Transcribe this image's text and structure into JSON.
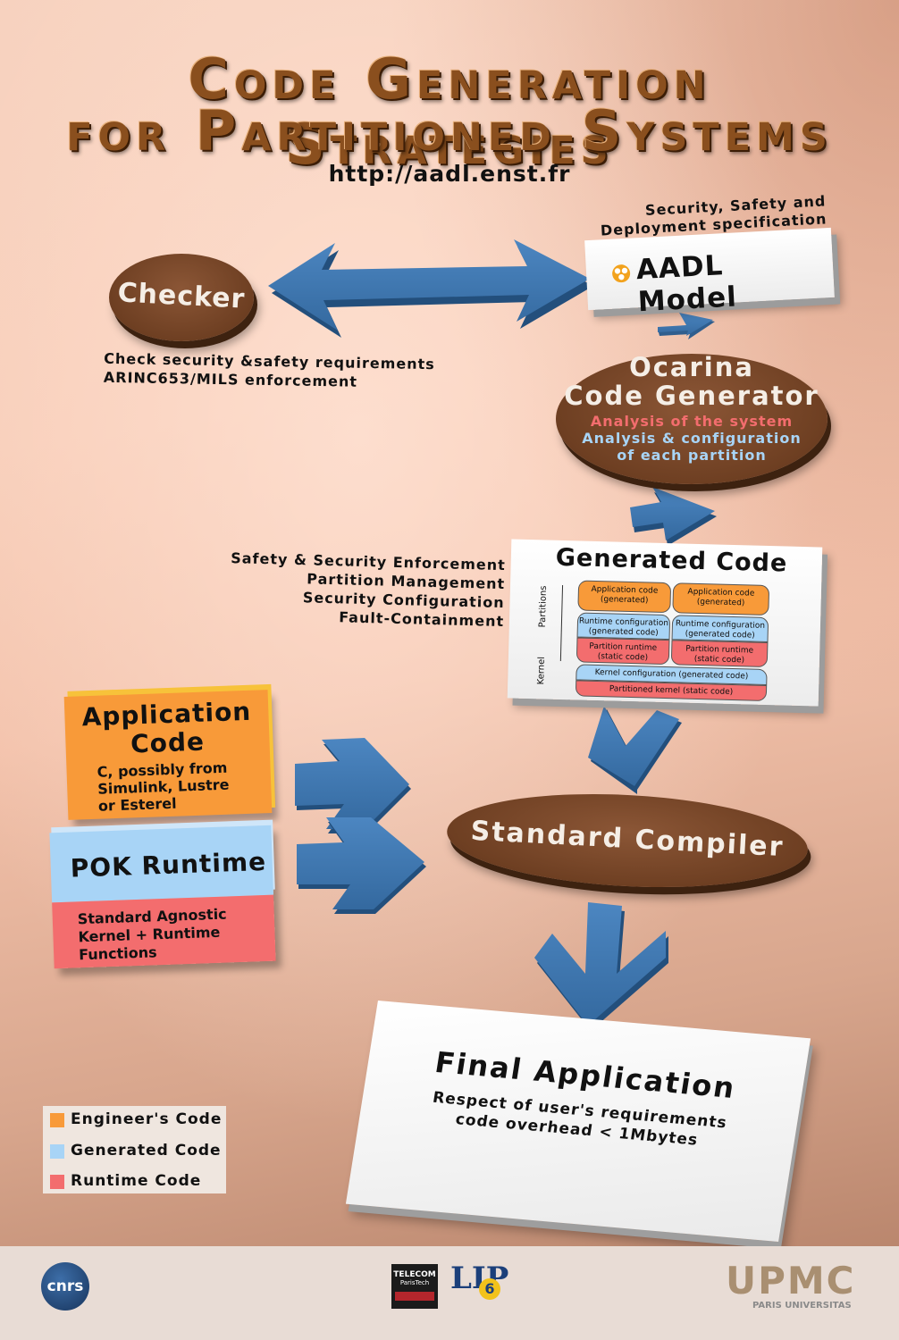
{
  "title": {
    "line1": "Code Generation Strategies",
    "line2": "for Partitioned Systems"
  },
  "url": "http://aadl.enst.fr",
  "checker": {
    "label": "Checker",
    "caption_line1": "Check security &safety requirements",
    "caption_line2": "ARINC653/MILS enforcement"
  },
  "aadl": {
    "caption_line1": "Security, Safety and",
    "caption_line2": "Deployment specification",
    "label": "AADL Model"
  },
  "ocarina": {
    "title_line1": "Ocarina",
    "title_line2": "Code Generator",
    "analysis_system": "Analysis of the system",
    "analysis_partition_line1": "Analysis & configuration",
    "analysis_partition_line2": "of each partition"
  },
  "generated": {
    "title": "Generated Code",
    "side_labels": [
      "Safety & Security Enforcement",
      "Partition Management",
      "Security Configuration",
      "Fault-Containment"
    ],
    "partitions_label": "Partitions",
    "kernel_label": "Kernel",
    "app_code_line1": "Application code",
    "app_code_line2": "(generated)",
    "runtime_conf_line1": "Runtime configuration",
    "runtime_conf_line2": "(generated code)",
    "part_runtime_line1": "Partition runtime",
    "part_runtime_line2": "(static code)",
    "kernel_conf": "Kernel configuration (generated code)",
    "part_kernel": "Partitioned kernel (static code)"
  },
  "application_code": {
    "title_line1": "Application",
    "title_line2": "Code",
    "desc_line1": "C, possibly from",
    "desc_line2": "Simulink, Lustre",
    "desc_line3": "or Esterel"
  },
  "pok": {
    "title": "POK Runtime",
    "desc_line1": "Standard Agnostic",
    "desc_line2": "Kernel + Runtime",
    "desc_line3": "Functions"
  },
  "compiler": {
    "label": "Standard Compiler"
  },
  "final": {
    "title": "Final Application",
    "desc_line1": "Respect of user's requirements",
    "desc_line2": "code overhead < 1Mbytes"
  },
  "legend": [
    {
      "label": "Engineer's Code",
      "color": "#f89a39"
    },
    {
      "label": "Generated Code",
      "color": "#a8d4f6"
    },
    {
      "label": "Runtime Code",
      "color": "#f36d6e"
    }
  ],
  "logos": {
    "cnrs": "cnrs",
    "telecom_line1": "TELECOM",
    "telecom_line2": "ParisTech",
    "lip6": "LIP",
    "lip6_num": "6",
    "upmc": "UPMC",
    "upmc_sub": "PARIS UNIVERSITAS"
  },
  "colors": {
    "arrow": "#3f79b2",
    "ellipse": "#6e3f22",
    "orange": "#f89a39",
    "blue": "#a8d4f6",
    "red": "#f36d6e"
  }
}
